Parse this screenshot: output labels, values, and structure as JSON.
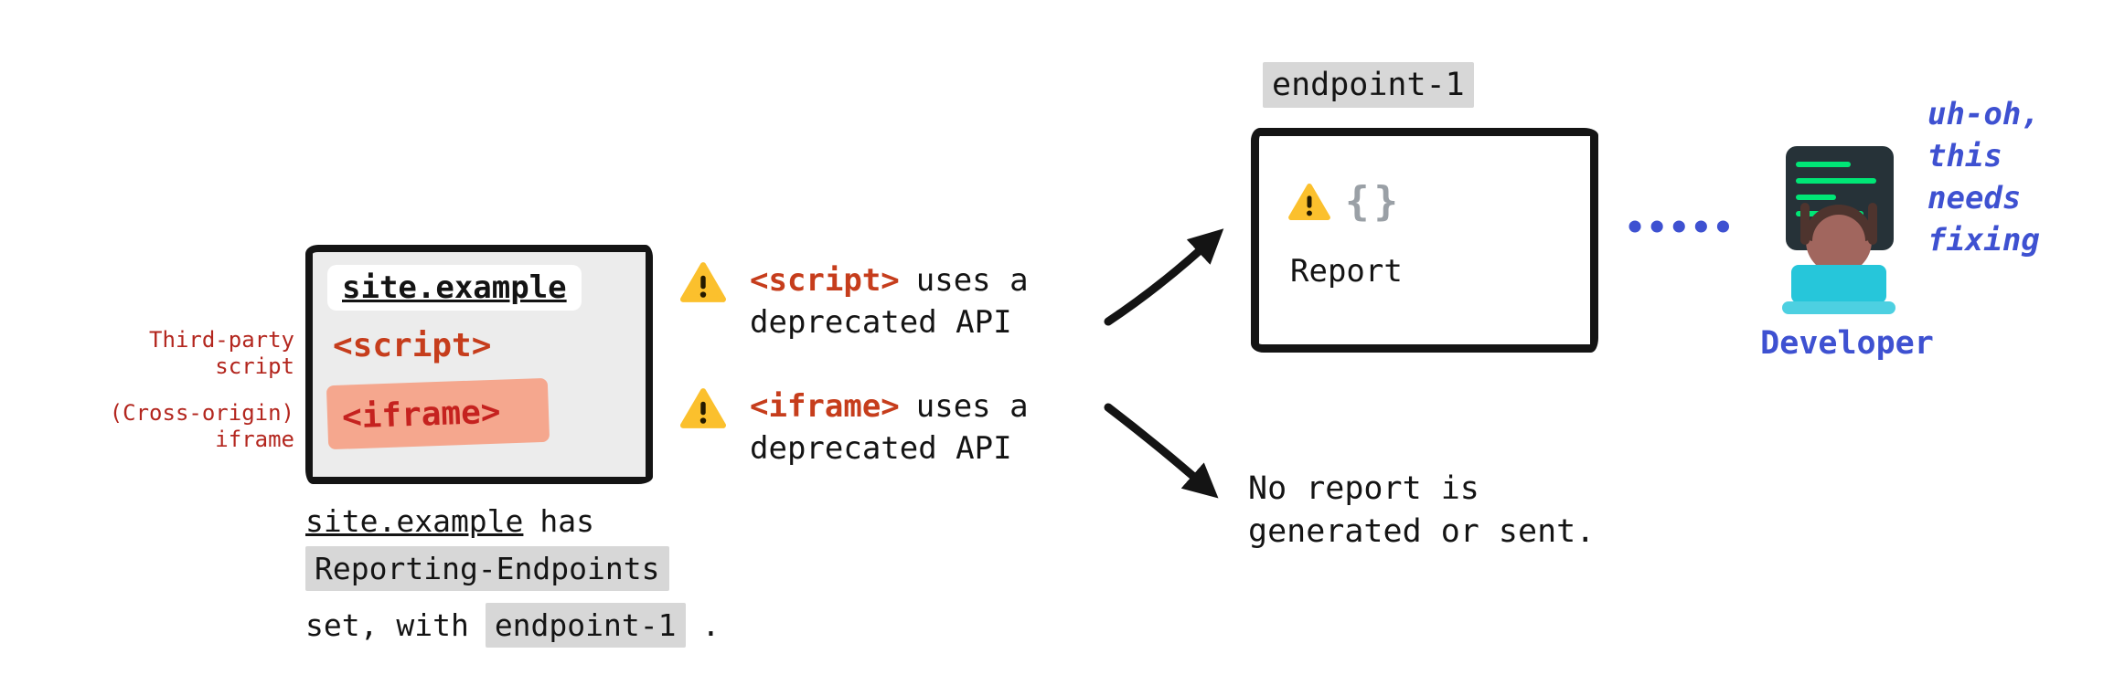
{
  "site": {
    "domain": "site.example",
    "script_tag": "<script>",
    "iframe_tag": "<iframe>",
    "third_party_label": "Third-party\nscript",
    "cross_origin_label": "(Cross-origin)\niframe"
  },
  "caption": {
    "domain": "site.example",
    "has": "has",
    "header_name": "Reporting-Endpoints",
    "set_with": "set, with",
    "endpoint_name": "endpoint-1",
    "period": "."
  },
  "warnings": [
    {
      "tag": "<script>",
      "rest": "uses a",
      "line2": "deprecated API"
    },
    {
      "tag": "<iframe>",
      "rest": "uses a",
      "line2": "deprecated API"
    }
  ],
  "endpoint": {
    "label": "endpoint-1",
    "braces": "{}",
    "report": "Report"
  },
  "no_report": {
    "line1": "No report is",
    "line2": "generated or sent."
  },
  "developer": {
    "label": "Developer",
    "thought_lines": [
      "uh-oh,",
      "this",
      "needs",
      "fixing"
    ]
  },
  "colors": {
    "tag_red": "#c63d1c",
    "label_red": "#b3261e",
    "iframe_highlight": "#f5a78e",
    "code_chip_gray": "#d7d7d7",
    "blue": "#3e51d1",
    "warning_yellow": "#fbc02d"
  }
}
